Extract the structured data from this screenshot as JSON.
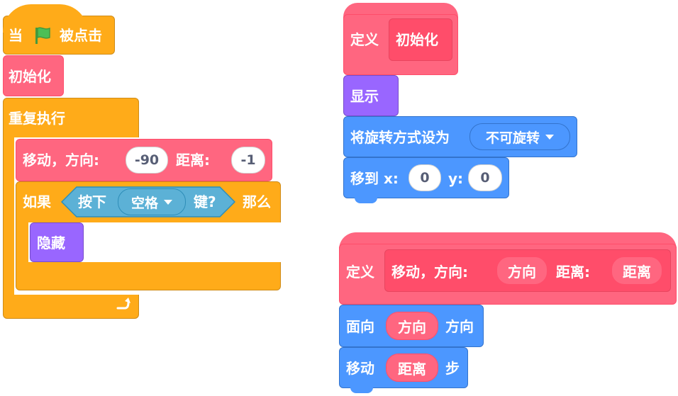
{
  "script_left": {
    "hat": {
      "prefix": "当",
      "icon": "green-flag-icon",
      "suffix": "被点击"
    },
    "call_init": {
      "label": "初始化"
    },
    "forever": {
      "label": "重复执行",
      "loop_icon": "loop-arrow-icon"
    },
    "move_dir": {
      "label": "移动，方向:",
      "dir_value": "-90",
      "dist_label": "距离:",
      "dist_value": "-1"
    },
    "if_block": {
      "if_label": "如果",
      "sensing_label": "按下",
      "key_value": "空格",
      "key_suffix": "键?",
      "then_label": "那么"
    },
    "hide": {
      "label": "隐藏"
    }
  },
  "script_init": {
    "define": {
      "label": "定义",
      "name": "初始化"
    },
    "show": {
      "label": "显示"
    },
    "rotation": {
      "label": "将旋转方式设为",
      "value": "不可旋转"
    },
    "goto": {
      "label": "移到 x:",
      "x": "0",
      "y_label": "y:",
      "y": "0"
    }
  },
  "script_move": {
    "define": {
      "label": "定义",
      "proto_text": "移动，方向:",
      "param1": "方向",
      "param2_label": "距离:",
      "param2": "距离"
    },
    "point": {
      "prefix": "面向",
      "param": "方向",
      "suffix": "方向"
    },
    "move": {
      "prefix": "移动",
      "param": "距离",
      "suffix": "步"
    }
  },
  "colors": {
    "events": "#FFAB19",
    "control": "#FFAB19",
    "my_blocks": "#FF6680",
    "looks": "#9966FF",
    "motion": "#4C97FF",
    "sensing": "#5CB1D6"
  }
}
